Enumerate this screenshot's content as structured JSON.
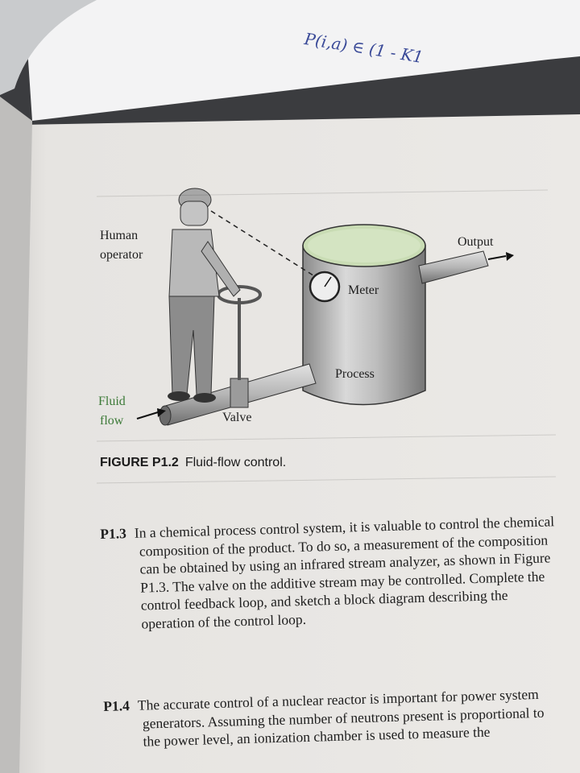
{
  "handwriting": "P(i,a) ∈ (1 - K1",
  "figure": {
    "labels": {
      "human_operator_line1": "Human",
      "human_operator_line2": "operator",
      "output": "Output",
      "meter": "Meter",
      "process": "Process",
      "fluid_line1": "Fluid",
      "fluid_line2": "flow",
      "valve": "Valve"
    },
    "caption_id": "FIGURE P1.2",
    "caption_text": "Fluid-flow control."
  },
  "problems": [
    {
      "number": "P1.3",
      "text": "In a chemical process control system, it is valuable to control the chemical composition of the product. To do so, a measurement of the composition can be obtained by using an infrared stream analyzer, as shown in Figure P1.3. The valve on the additive stream may be controlled. Complete the control feedback loop, and sketch a block diagram describing the operation of the control loop."
    },
    {
      "number": "P1.4",
      "text": "The accurate control of a nuclear reactor is important for power system generators. Assuming the number of neutrons present is proportional to the power level, an ionization chamber is used to measure the"
    }
  ],
  "colors": {
    "page": "#e8e6e3",
    "ink": "#1e1e1e",
    "fluid_green": "#3c7a38",
    "liquid_green": "#c9dcb4",
    "pen_blue": "#3a4a98"
  }
}
